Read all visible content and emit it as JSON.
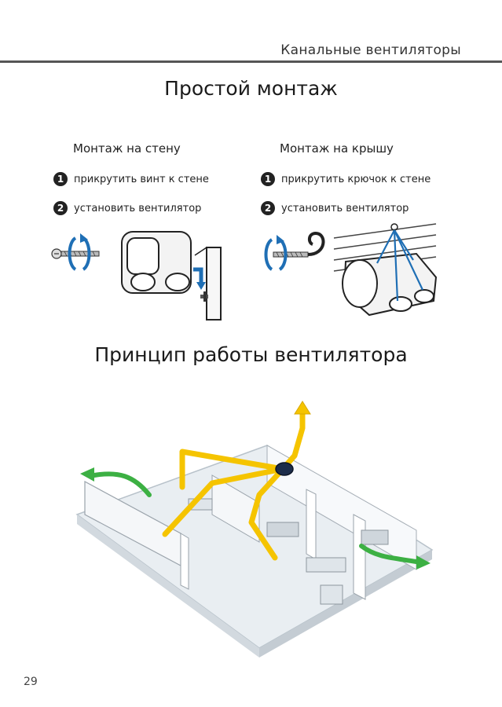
{
  "header": {
    "title": "Канальные вентиляторы"
  },
  "mounting": {
    "title": "Простой монтаж",
    "wall": {
      "title": "Монтаж на стену",
      "steps": [
        {
          "num": "1",
          "text": "прикрутить винт к стене"
        },
        {
          "num": "2",
          "text": "установить вентилятор"
        }
      ]
    },
    "roof": {
      "title": "Монтаж на крышу",
      "steps": [
        {
          "num": "1",
          "text": "прикрутить крючок к стене"
        },
        {
          "num": "2",
          "text": "установить вентилятор"
        }
      ]
    }
  },
  "principle": {
    "title": "Принцип работы вентилятора"
  },
  "page_number": "29",
  "colors": {
    "duct_yellow": "#f5c400",
    "airflow_green": "#3cb043",
    "arrow_blue": "#1f6fb5",
    "rule_gray": "#555555"
  }
}
